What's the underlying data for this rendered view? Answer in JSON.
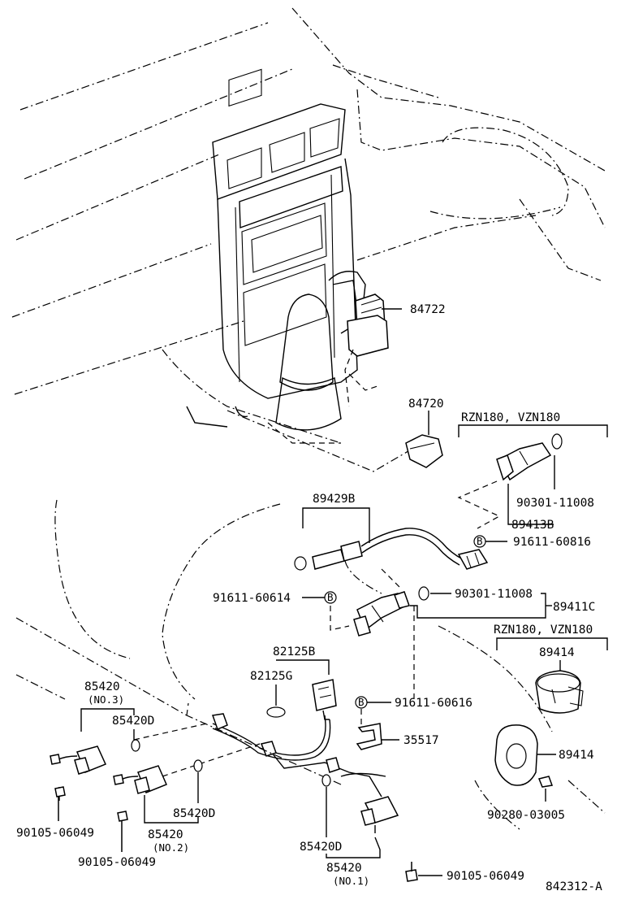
{
  "labels": {
    "p84722": "84722",
    "p84720": "84720",
    "rzn_top": "RZN180, VZN180",
    "p90301_a": "90301-11008",
    "p89413b": "89413B",
    "p91611_60816": "91611-60816",
    "p89429b": "89429B",
    "p91611_60614": "91611-60614",
    "p90301_b": "90301-11008",
    "p89411c": "89411C",
    "rzn_mid": "RZN180, VZN180",
    "p89414_a": "89414",
    "p82125b": "82125B",
    "p82125g": "82125G",
    "p91611_60616": "91611-60616",
    "p35517": "35517",
    "p89414_b": "89414",
    "p90280": "90280-03005",
    "p85420_no3": "85420",
    "no3": "(NO.3)",
    "p85420d_a": "85420D",
    "p85420d_b": "85420D",
    "p85420_no2": "85420",
    "no2": "(NO.2)",
    "p90105_a": "90105-06049",
    "p90105_b": "90105-06049",
    "p85420d_c": "85420D",
    "p85420_no1": "85420",
    "no1": "(NO.1)",
    "p90105_c": "90105-06049",
    "ref": "842312-A",
    "b1": "B",
    "b2": "B",
    "b3": "B"
  }
}
